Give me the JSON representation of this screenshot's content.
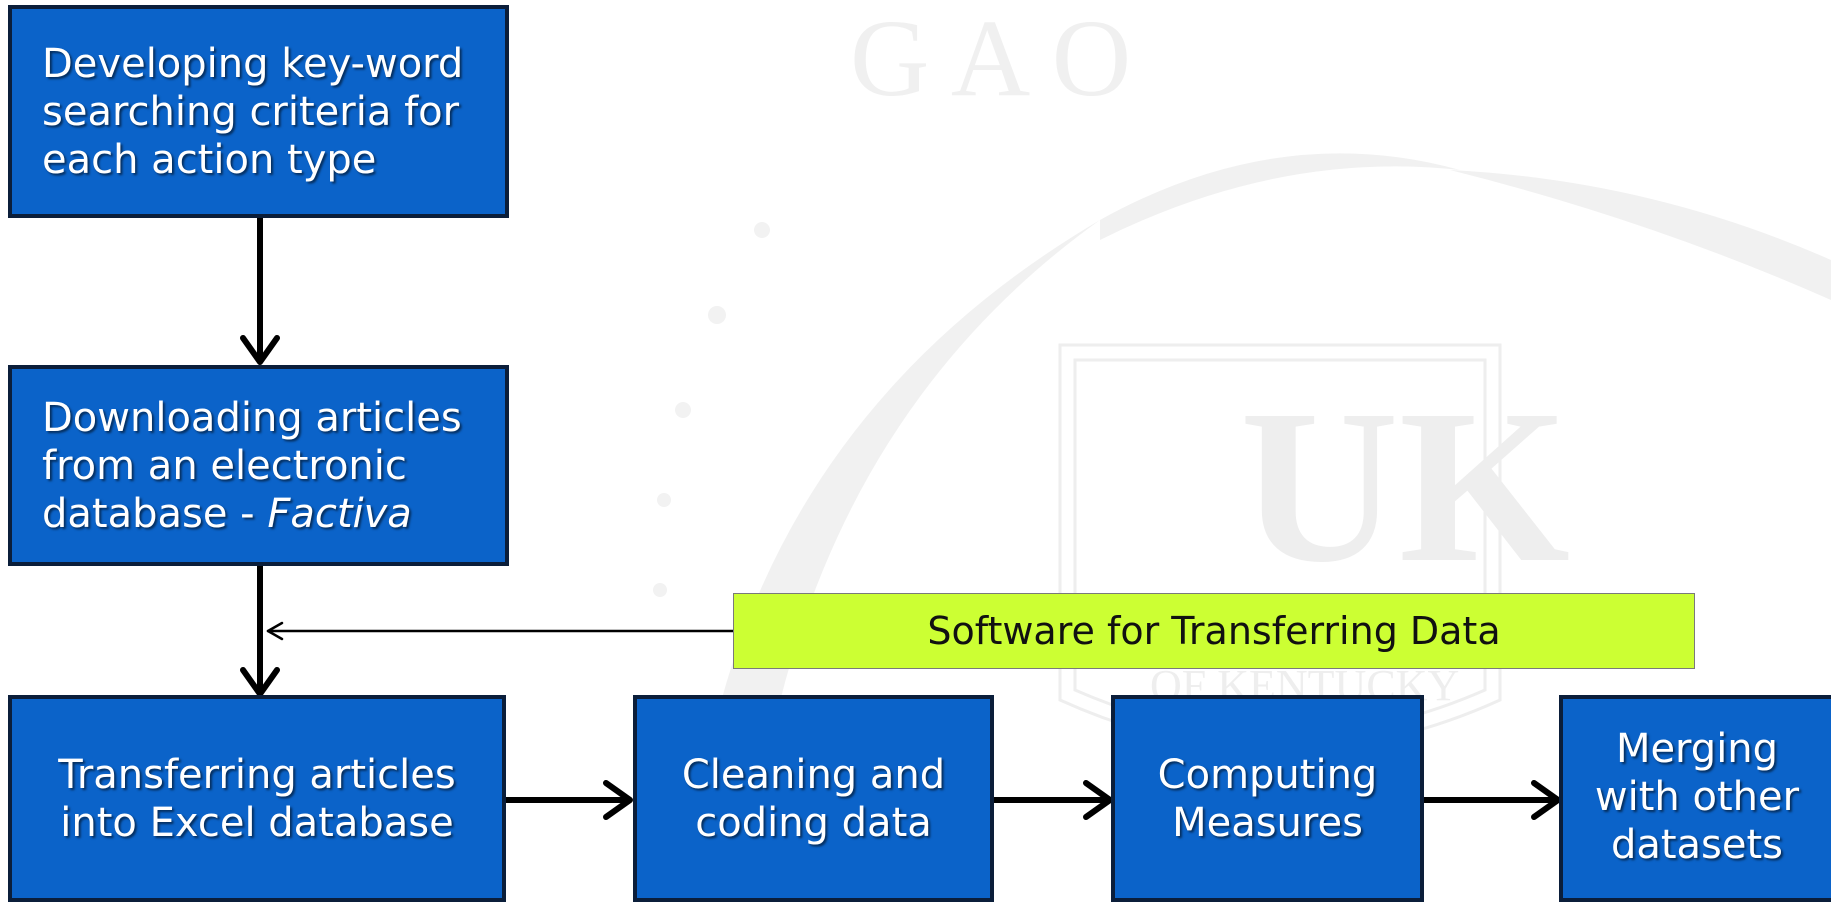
{
  "colors": {
    "box_fill": "#0b63c9",
    "box_border": "#0b1e3a",
    "box_text": "#ffffff",
    "callout_fill": "#ccff33",
    "arrow": "#000000",
    "watermark": "#e6e6e6"
  },
  "steps": {
    "keyword": {
      "line1": "Developing key-word",
      "line2": "searching criteria for",
      "line3": "each action type"
    },
    "download": {
      "line1": "Downloading articles",
      "line2": "from an electronic",
      "line3_prefix": "database - ",
      "line3_emphasis": "Factiva"
    },
    "transfer": {
      "line1": "Transferring articles",
      "line2": "into Excel database"
    },
    "cleaning": {
      "line1": "Cleaning and",
      "line2": "coding data"
    },
    "computing": {
      "line1": "Computing",
      "line2": "Measures"
    },
    "merging": {
      "line1": "Merging",
      "line2": "with other",
      "line3": "datasets"
    }
  },
  "callout": {
    "label": "Software for Transferring Data"
  },
  "watermark": {
    "monogram": "UK",
    "top_letters": "G    A    O",
    "arc_text": "OF KENTUCKY"
  }
}
